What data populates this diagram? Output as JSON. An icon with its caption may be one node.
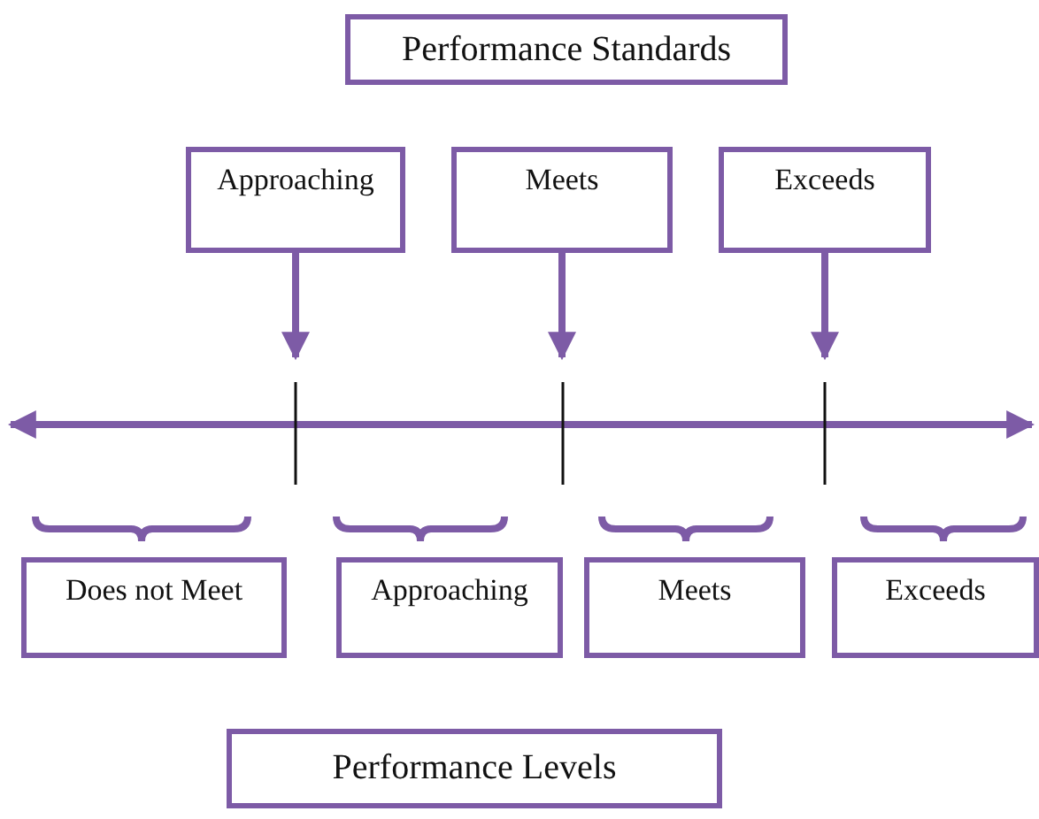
{
  "diagram": {
    "nodes": [
      {
        "text": [
          "Performance Standards"
        ]
      },
      {
        "text": [
          "Approaching"
        ]
      },
      {
        "text": [
          "Meets"
        ]
      },
      {
        "text": [
          "Exceeds"
        ]
      },
      {
        "text": [
          "Does not Meet"
        ]
      },
      {
        "text": [
          "Approaching"
        ]
      },
      {
        "text": [
          "Meets"
        ]
      },
      {
        "text": [
          "Exceeds"
        ]
      },
      {
        "text": [
          "Performance Levels"
        ]
      }
    ],
    "edges": [
      {
        "from": 1,
        "to": null,
        "arrow": "to"
      },
      {
        "from": 2,
        "to": null,
        "arrow": "to"
      },
      {
        "from": 3,
        "to": null,
        "arrow": "to"
      }
    ]
  }
}
